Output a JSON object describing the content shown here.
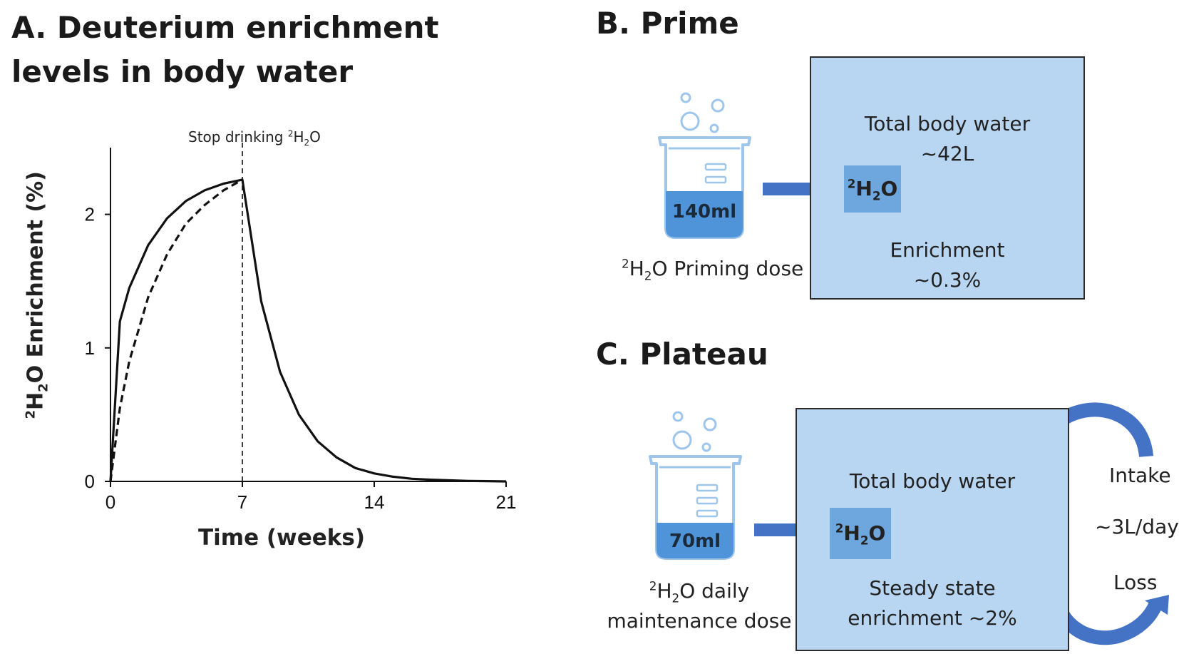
{
  "panel_a": {
    "title": "A. Deuterium enrichment levels in body water",
    "annotation": {
      "prefix": "Stop drinking ",
      "sup": "2",
      "h": "H",
      "sub": "2",
      "o": "O"
    },
    "ylabel": {
      "sup": "2",
      "h": "H",
      "sub": "2",
      "rest": "O Enrichment (%)"
    },
    "xlabel": "Time (weeks)"
  },
  "panel_b": {
    "title": "B. Prime",
    "box_line1": "Total body water",
    "box_line2": "~42L",
    "box_line3": "Enrichment",
    "box_line4": "~0.3%",
    "chip": {
      "sup": "2",
      "h": "H",
      "sub": "2",
      "o": "O"
    },
    "beaker_volume": "140ml",
    "dose_caption": {
      "sup": "2",
      "h": "H",
      "sub": "2",
      "rest": "O Priming dose"
    }
  },
  "panel_c": {
    "title": "C. Plateau",
    "box_line1": "Total body water",
    "box_line2": "Steady state",
    "box_line3": "enrichment ~2%",
    "chip": {
      "sup": "2",
      "h": "H",
      "sub": "2",
      "o": "O"
    },
    "beaker_volume": "70ml",
    "dose_caption_line1": {
      "sup": "2",
      "h": "H",
      "sub": "2",
      "rest": "O daily"
    },
    "dose_caption_line2": "maintenance dose",
    "intake_label": "Intake",
    "rate_label": "~3L/day",
    "loss_label": "Loss"
  },
  "colors": {
    "box_fill": "#b8d6f1",
    "chip_fill": "#6ea6de",
    "arrow": "#4472c4",
    "beaker_outline": "#9ec5ea",
    "beaker_liquid": "#4f93d8"
  },
  "chart_data": {
    "type": "line",
    "xlabel": "Time (weeks)",
    "ylabel": "2H2O Enrichment (%)",
    "xlim": [
      0,
      21
    ],
    "ylim": [
      0,
      2.5
    ],
    "xticks": [
      0,
      7,
      14,
      21
    ],
    "yticks": [
      0,
      1,
      2
    ],
    "vline": {
      "x": 7,
      "label": "Stop drinking 2H2O"
    },
    "series": [
      {
        "style": "solid",
        "x": [
          0,
          0.5,
          1,
          2,
          3,
          4,
          5,
          6,
          7,
          8,
          9,
          10,
          11,
          12,
          13,
          14,
          15,
          16,
          17,
          18,
          19,
          20,
          21
        ],
        "y": [
          0,
          1.2,
          1.45,
          1.77,
          1.97,
          2.1,
          2.18,
          2.23,
          2.26,
          1.35,
          0.82,
          0.5,
          0.3,
          0.18,
          0.1,
          0.06,
          0.035,
          0.02,
          0.013,
          0.008,
          0.004,
          0.002,
          0
        ]
      },
      {
        "style": "dashed",
        "x": [
          0,
          0.5,
          1,
          2,
          3,
          4,
          5,
          6,
          7
        ],
        "y": [
          0,
          0.55,
          0.9,
          1.38,
          1.7,
          1.93,
          2.07,
          2.18,
          2.26
        ]
      }
    ]
  }
}
